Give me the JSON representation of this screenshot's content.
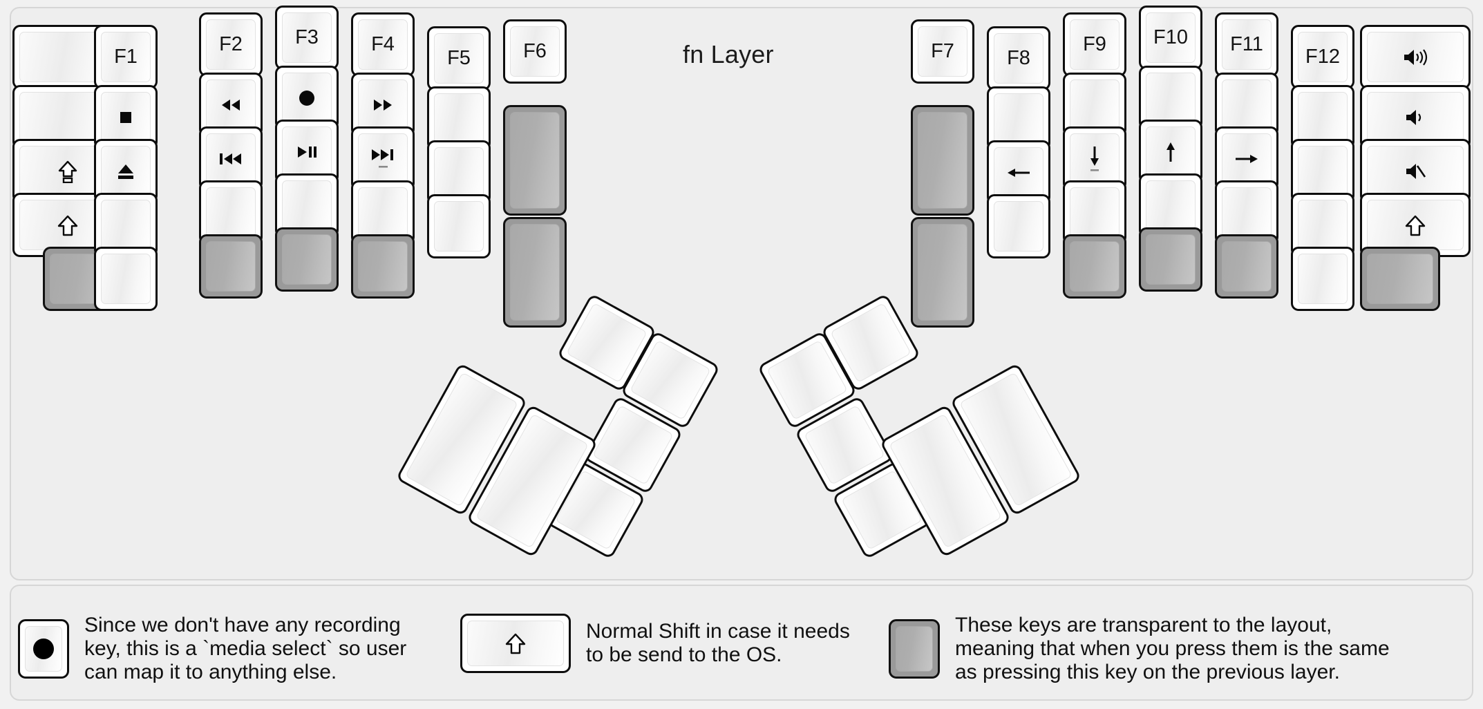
{
  "title": "fn Layer",
  "colors": {
    "background": "#f1f1f1",
    "panel": "#eeeeee",
    "panel_border": "#d6d6d6",
    "key_border": "#0d0d0d",
    "key_face": "#ffffff",
    "transparent_key": "#9a9a9a",
    "text": "#141414"
  },
  "keyboard": {
    "left_half": {
      "columns": [
        {
          "name": "pinky-outer",
          "keys": [
            {
              "label": "",
              "icon": "",
              "type": "normal"
            },
            {
              "label": "",
              "icon": "",
              "type": "normal"
            },
            {
              "label": "",
              "icon": "caps-lock-icon",
              "type": "normal"
            },
            {
              "label": "",
              "icon": "shift-icon",
              "type": "normal"
            },
            {
              "label": "",
              "icon": "",
              "type": "transparent"
            }
          ]
        },
        {
          "name": "pinky",
          "keys": [
            {
              "label": "F1",
              "icon": "",
              "type": "normal"
            },
            {
              "label": "",
              "icon": "media-stop-icon",
              "type": "normal"
            },
            {
              "label": "",
              "icon": "media-eject-icon",
              "type": "normal"
            },
            {
              "label": "",
              "icon": "",
              "type": "normal"
            },
            {
              "label": "",
              "icon": "",
              "type": "normal"
            }
          ]
        },
        {
          "name": "ring",
          "keys": [
            {
              "label": "F2",
              "icon": "",
              "type": "normal"
            },
            {
              "label": "",
              "icon": "media-rewind-icon",
              "type": "normal"
            },
            {
              "label": "",
              "icon": "media-prev-track-icon",
              "type": "normal"
            },
            {
              "label": "",
              "icon": "",
              "type": "normal"
            },
            {
              "label": "",
              "icon": "",
              "type": "transparent"
            }
          ]
        },
        {
          "name": "middle",
          "keys": [
            {
              "label": "F3",
              "icon": "",
              "type": "normal"
            },
            {
              "label": "",
              "icon": "media-record-icon",
              "type": "normal"
            },
            {
              "label": "",
              "icon": "media-play-pause-icon",
              "type": "normal"
            },
            {
              "label": "",
              "icon": "",
              "type": "normal"
            },
            {
              "label": "",
              "icon": "",
              "type": "transparent"
            }
          ]
        },
        {
          "name": "index",
          "keys": [
            {
              "label": "F4",
              "icon": "",
              "type": "normal"
            },
            {
              "label": "",
              "icon": "media-fast-forward-icon",
              "type": "normal"
            },
            {
              "label": "",
              "icon": "media-next-track-icon",
              "type": "normal"
            },
            {
              "label": "",
              "icon": "",
              "type": "normal"
            },
            {
              "label": "",
              "icon": "",
              "type": "transparent"
            }
          ]
        },
        {
          "name": "index-inner",
          "keys": [
            {
              "label": "F5",
              "icon": "",
              "type": "normal"
            },
            {
              "label": "",
              "icon": "",
              "type": "normal"
            },
            {
              "label": "",
              "icon": "",
              "type": "normal"
            },
            {
              "label": "",
              "icon": "",
              "type": "normal"
            }
          ]
        },
        {
          "name": "inner",
          "keys": [
            {
              "label": "F6",
              "icon": "",
              "type": "normal"
            },
            {
              "label": "",
              "icon": "",
              "type": "transparent"
            },
            {
              "label": "",
              "icon": "",
              "type": "transparent"
            }
          ]
        }
      ],
      "thumb_cluster": [
        {
          "name": "thumb-outer-big",
          "label": "",
          "icon": "",
          "type": "normal"
        },
        {
          "name": "thumb-inner-big",
          "label": "",
          "icon": "",
          "type": "normal"
        },
        {
          "name": "thumb-top-left",
          "label": "",
          "icon": "",
          "type": "normal"
        },
        {
          "name": "thumb-top-right",
          "label": "",
          "icon": "",
          "type": "normal"
        },
        {
          "name": "thumb-mid-right",
          "label": "",
          "icon": "",
          "type": "normal"
        },
        {
          "name": "thumb-bottom-right",
          "label": "",
          "icon": "",
          "type": "normal"
        }
      ]
    },
    "right_half": {
      "columns": [
        {
          "name": "inner",
          "keys": [
            {
              "label": "F7",
              "icon": "",
              "type": "normal"
            },
            {
              "label": "",
              "icon": "",
              "type": "transparent"
            },
            {
              "label": "",
              "icon": "",
              "type": "transparent"
            }
          ]
        },
        {
          "name": "index-inner",
          "keys": [
            {
              "label": "F8",
              "icon": "",
              "type": "normal"
            },
            {
              "label": "",
              "icon": "",
              "type": "normal"
            },
            {
              "label": "",
              "icon": "arrow-left-icon",
              "type": "normal"
            },
            {
              "label": "",
              "icon": "",
              "type": "normal"
            }
          ]
        },
        {
          "name": "index",
          "keys": [
            {
              "label": "F9",
              "icon": "",
              "type": "normal"
            },
            {
              "label": "",
              "icon": "",
              "type": "normal"
            },
            {
              "label": "",
              "icon": "arrow-down-icon",
              "type": "normal"
            },
            {
              "label": "",
              "icon": "",
              "type": "normal"
            },
            {
              "label": "",
              "icon": "",
              "type": "transparent"
            }
          ]
        },
        {
          "name": "middle",
          "keys": [
            {
              "label": "F10",
              "icon": "",
              "type": "normal"
            },
            {
              "label": "",
              "icon": "",
              "type": "normal"
            },
            {
              "label": "",
              "icon": "arrow-up-icon",
              "type": "normal"
            },
            {
              "label": "",
              "icon": "",
              "type": "normal"
            },
            {
              "label": "",
              "icon": "",
              "type": "transparent"
            }
          ]
        },
        {
          "name": "ring",
          "keys": [
            {
              "label": "F11",
              "icon": "",
              "type": "normal"
            },
            {
              "label": "",
              "icon": "",
              "type": "normal"
            },
            {
              "label": "",
              "icon": "arrow-right-icon",
              "type": "normal"
            },
            {
              "label": "",
              "icon": "",
              "type": "normal"
            },
            {
              "label": "",
              "icon": "",
              "type": "transparent"
            }
          ]
        },
        {
          "name": "pinky",
          "keys": [
            {
              "label": "F12",
              "icon": "",
              "type": "normal"
            },
            {
              "label": "",
              "icon": "",
              "type": "normal"
            },
            {
              "label": "",
              "icon": "",
              "type": "normal"
            },
            {
              "label": "",
              "icon": "",
              "type": "normal"
            },
            {
              "label": "",
              "icon": "",
              "type": "normal"
            }
          ]
        },
        {
          "name": "pinky-outer",
          "keys": [
            {
              "label": "",
              "icon": "volume-up-icon",
              "type": "normal"
            },
            {
              "label": "",
              "icon": "volume-down-icon",
              "type": "normal"
            },
            {
              "label": "",
              "icon": "volume-mute-icon",
              "type": "normal"
            },
            {
              "label": "",
              "icon": "shift-icon",
              "type": "normal"
            },
            {
              "label": "",
              "icon": "",
              "type": "transparent"
            }
          ]
        }
      ],
      "thumb_cluster": [
        {
          "name": "thumb-outer-big",
          "label": "",
          "icon": "",
          "type": "normal"
        },
        {
          "name": "thumb-inner-big",
          "label": "",
          "icon": "",
          "type": "normal"
        },
        {
          "name": "thumb-top-left",
          "label": "",
          "icon": "",
          "type": "normal"
        },
        {
          "name": "thumb-top-right",
          "label": "",
          "icon": "",
          "type": "normal"
        },
        {
          "name": "thumb-mid-left",
          "label": "",
          "icon": "",
          "type": "normal"
        },
        {
          "name": "thumb-bottom-left",
          "label": "",
          "icon": "",
          "type": "normal"
        }
      ]
    }
  },
  "legend": [
    {
      "icon": "media-record-icon",
      "text": "Since we don't have any recording\nkey, this is a `media select` so user\ncan map it to anything else."
    },
    {
      "icon": "shift-icon",
      "text": "Normal Shift in case it needs\nto be send to the OS."
    },
    {
      "icon": "transparent-key-icon",
      "text": "These keys are transparent to the layout,\nmeaning that when you press them is the same\nas pressing this key on the previous layer."
    }
  ]
}
